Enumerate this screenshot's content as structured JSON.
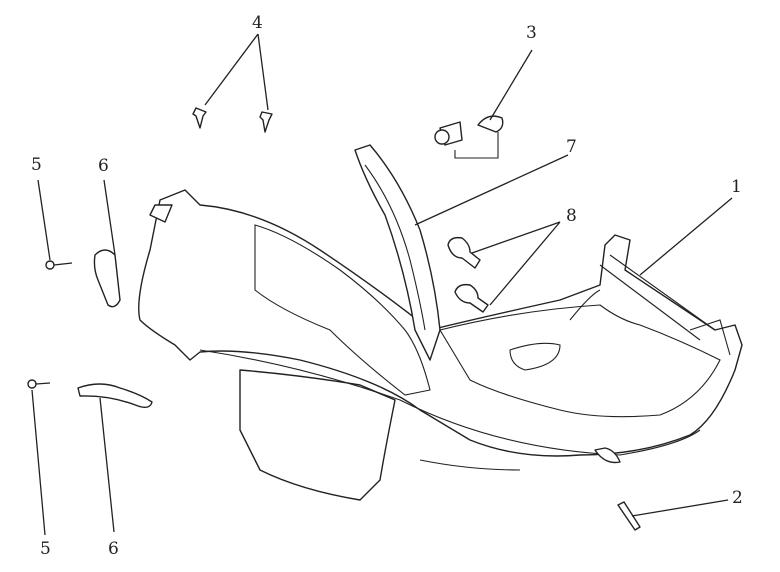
{
  "diagram": {
    "callouts": [
      {
        "id": "label-4",
        "text": "4"
      },
      {
        "id": "label-3",
        "text": "3"
      },
      {
        "id": "label-7",
        "text": "7"
      },
      {
        "id": "label-5-top",
        "text": "5"
      },
      {
        "id": "label-6-top",
        "text": "6"
      },
      {
        "id": "label-1",
        "text": "1"
      },
      {
        "id": "label-8",
        "text": "8"
      },
      {
        "id": "label-5-bottom",
        "text": "5"
      },
      {
        "id": "label-6-bottom",
        "text": "6"
      },
      {
        "id": "label-2",
        "text": "2"
      }
    ]
  }
}
